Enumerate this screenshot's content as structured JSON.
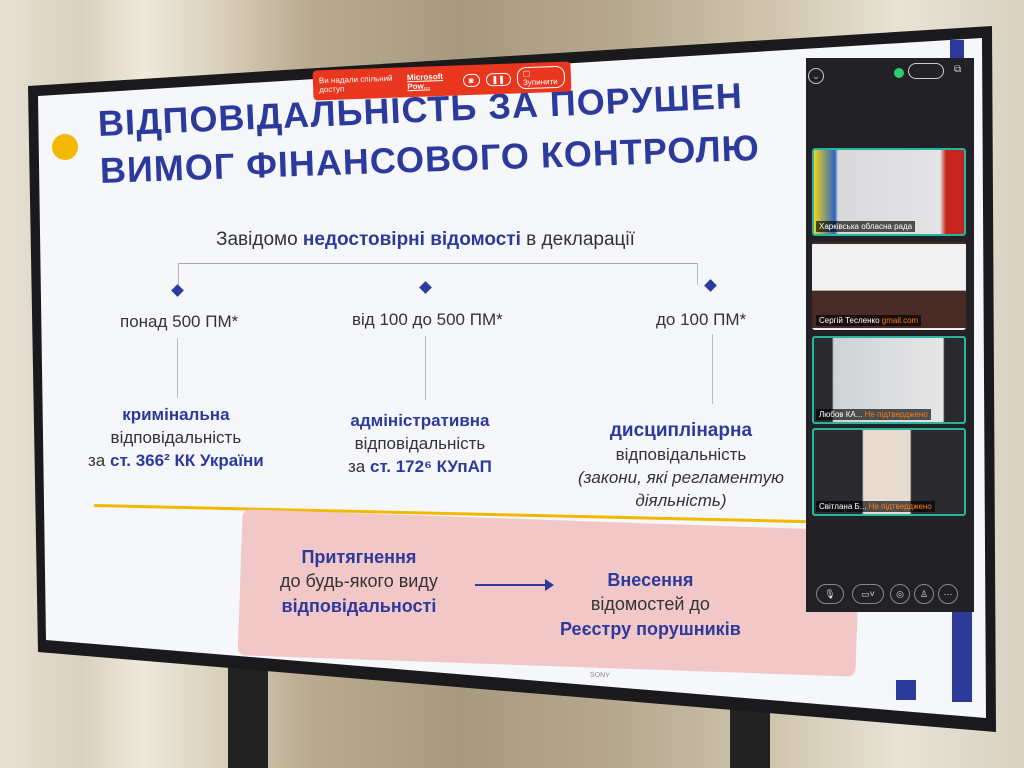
{
  "share_bar": {
    "status": "Ви надали спільний доступ",
    "app": "Microsoft Pow...",
    "stop_label": "Зупинити"
  },
  "slide": {
    "title_line1": "ВІДПОВІДАЛЬНІСТЬ ЗА ПОРУШЕН",
    "title_line2": "ВИМОГ ФІНАНСОВОГО КОНТРОЛЮ",
    "subtitle_pre": "Завідомо ",
    "subtitle_bold": "недостовірні відомості",
    "subtitle_post": " в декларації",
    "branches": [
      {
        "threshold": "понад 500 ПМ*",
        "type": "кримінальна",
        "word": "відповідальність",
        "law_pre": "за ",
        "law": "ст. 366² КК України"
      },
      {
        "threshold": "від 100 до 500 ПМ*",
        "type": "адміністративна",
        "word": "відповідальність",
        "law_pre": "за ",
        "law": "ст. 172⁶ КУпАП"
      },
      {
        "threshold": "до 100 ПМ*",
        "type": "дисциплінарна",
        "word": "відповідальність",
        "note": "(закони, які регламентую",
        "note2": "діяльність)"
      }
    ],
    "box_left": {
      "line1": "Притягнення",
      "line2": "до будь-якого виду",
      "line3": "відповідальності"
    },
    "box_right": {
      "line1": "Внесення",
      "line2": "відомостей до",
      "line3": "Реєстру порушників"
    }
  },
  "participants": [
    {
      "name": "Харківська обласна рада",
      "status": ""
    },
    {
      "name": "Сергій Тесленко",
      "status": "gmail.com"
    },
    {
      "name": "Любов  КА...",
      "status": "Не підтверджено"
    },
    {
      "name": "Світлана Б...",
      "status": "Не підтверджено"
    }
  ],
  "tv_brand": "SONY",
  "colors": {
    "accent": "#2c3a9c",
    "highlight": "#f2b900",
    "share_bar": "#e8361f",
    "tile_border": "#27b59b"
  }
}
